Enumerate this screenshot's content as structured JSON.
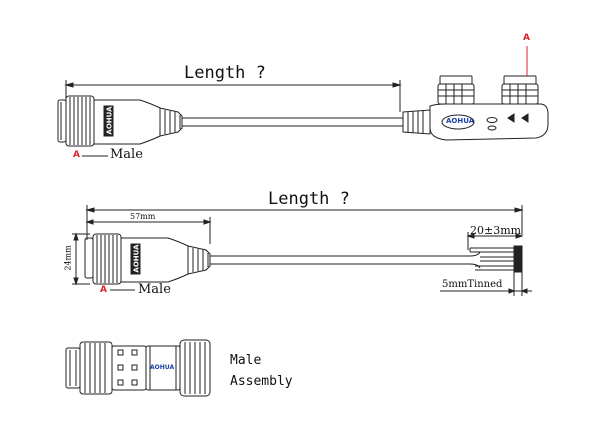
{
  "labels": {
    "length_top": "Length ?",
    "length_mid": "Length ?",
    "dim_57": "57mm",
    "dim_24": "24mm",
    "dim_20": "20±3mm",
    "tinned": "5mmTinned",
    "male_top": "Male",
    "male_mid": "Male",
    "marker_a_top": "A",
    "marker_a_mid": "A",
    "marker_a_right": "A",
    "assembly_line1": "Male",
    "assembly_line2": "Assembly",
    "brand_text": "AOHUA",
    "brand_logo_top": "AOHUA",
    "brand_logo_bottom": "AOHUA"
  },
  "colors": {
    "line": "#222222",
    "accent_red": "#e0202a",
    "logo_blue": "#1a3fa8"
  }
}
